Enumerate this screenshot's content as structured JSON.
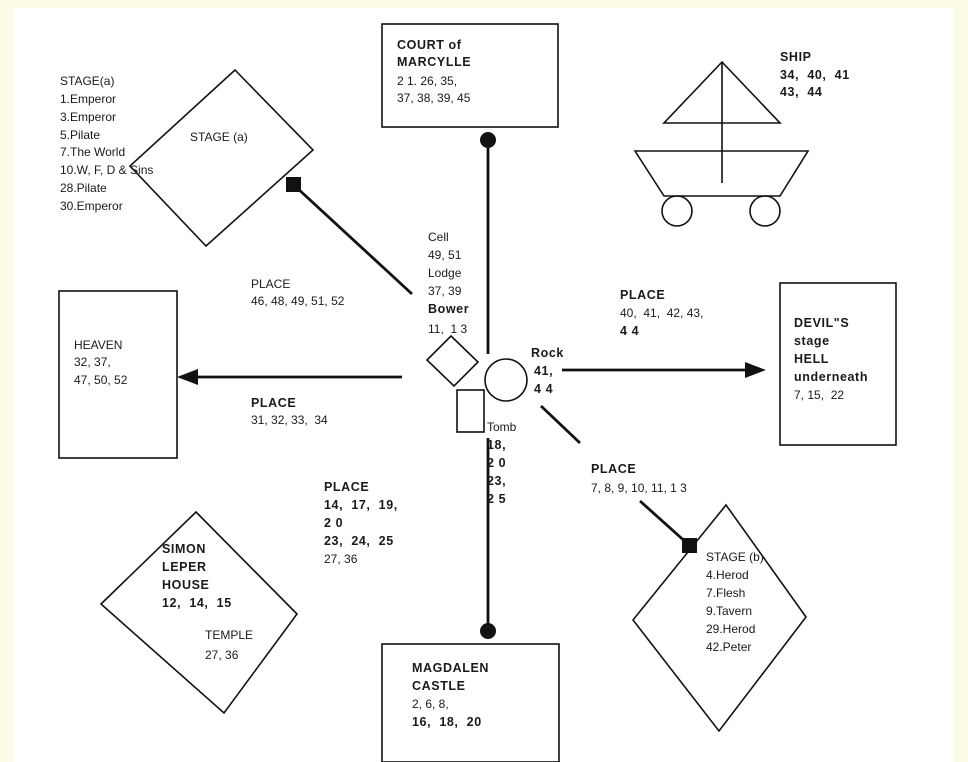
{
  "colors": {
    "ink": "#111111",
    "paper": "#ffffff",
    "background": "#fdfbe6"
  },
  "court": {
    "title1": "COURT of",
    "title2": "MARCYLLE",
    "line1": "2 1. 26, 35,",
    "line2": "37, 38, 39, 45"
  },
  "ship": {
    "title": "SHIP",
    "line1": "34,  40,  41",
    "line2": "43,  44"
  },
  "stage_a_list": {
    "header": "STAGE(a)",
    "items": [
      "1.Emperor",
      "3.Emperor",
      "5.Pilate",
      "7.The World",
      "10.W, F, D & Sins",
      "28.Pilate",
      "30.Emperor"
    ]
  },
  "stage_a_label": "STAGE (a)",
  "center": {
    "cell": "Cell",
    "cell_nums": "49, 51",
    "lodge": "Lodge",
    "lodge_nums": "37, 39",
    "bower": "Bower",
    "bower_nums": "11,  1 3",
    "rock": "Rock",
    "rock_nums1": "41,",
    "rock_nums2": "4 4",
    "tomb": "Tomb",
    "tomb_nums": [
      "18,",
      "2 0",
      "23,",
      "2 5"
    ]
  },
  "place_nw": {
    "label": "PLACE",
    "nums": "46, 48, 49, 51, 52"
  },
  "place_e": {
    "label": "PLACE",
    "line1": "40,  41,  42, 43,",
    "line2": "4 4"
  },
  "place_w": {
    "label": "PLACE",
    "nums": "31, 32, 33,  34"
  },
  "place_se": {
    "label": "PLACE",
    "nums": "7, 8, 9, 10, 11, 1 3"
  },
  "place_s": {
    "label": "PLACE",
    "line1": "14,  17,  19,",
    "line2": "2 0",
    "line3": "23,  24,  25",
    "line4": "27, 36"
  },
  "heaven": {
    "title": "HEAVEN",
    "line1": "32, 37,",
    "line2": "47, 50, 52"
  },
  "devil": {
    "line1": "DEVIL\"S",
    "line2": "stage",
    "line3": "HELL",
    "line4": "underneath",
    "nums": "7, 15,  22"
  },
  "simon": {
    "line1": "SIMON",
    "line2": "LEPER",
    "line3": "HOUSE",
    "nums": "12,  14,  15",
    "temple": "TEMPLE",
    "temple_nums": "27, 36"
  },
  "stage_b": {
    "header": "STAGE (b)",
    "items": [
      "4.Herod",
      "7.Flesh",
      "9.Tavern",
      "29.Herod",
      "42.Peter"
    ]
  },
  "magdalen": {
    "title1": "MAGDALEN",
    "title2": "CASTLE",
    "line1": "2, 6, 8,",
    "line2": "16,  18,  20"
  }
}
